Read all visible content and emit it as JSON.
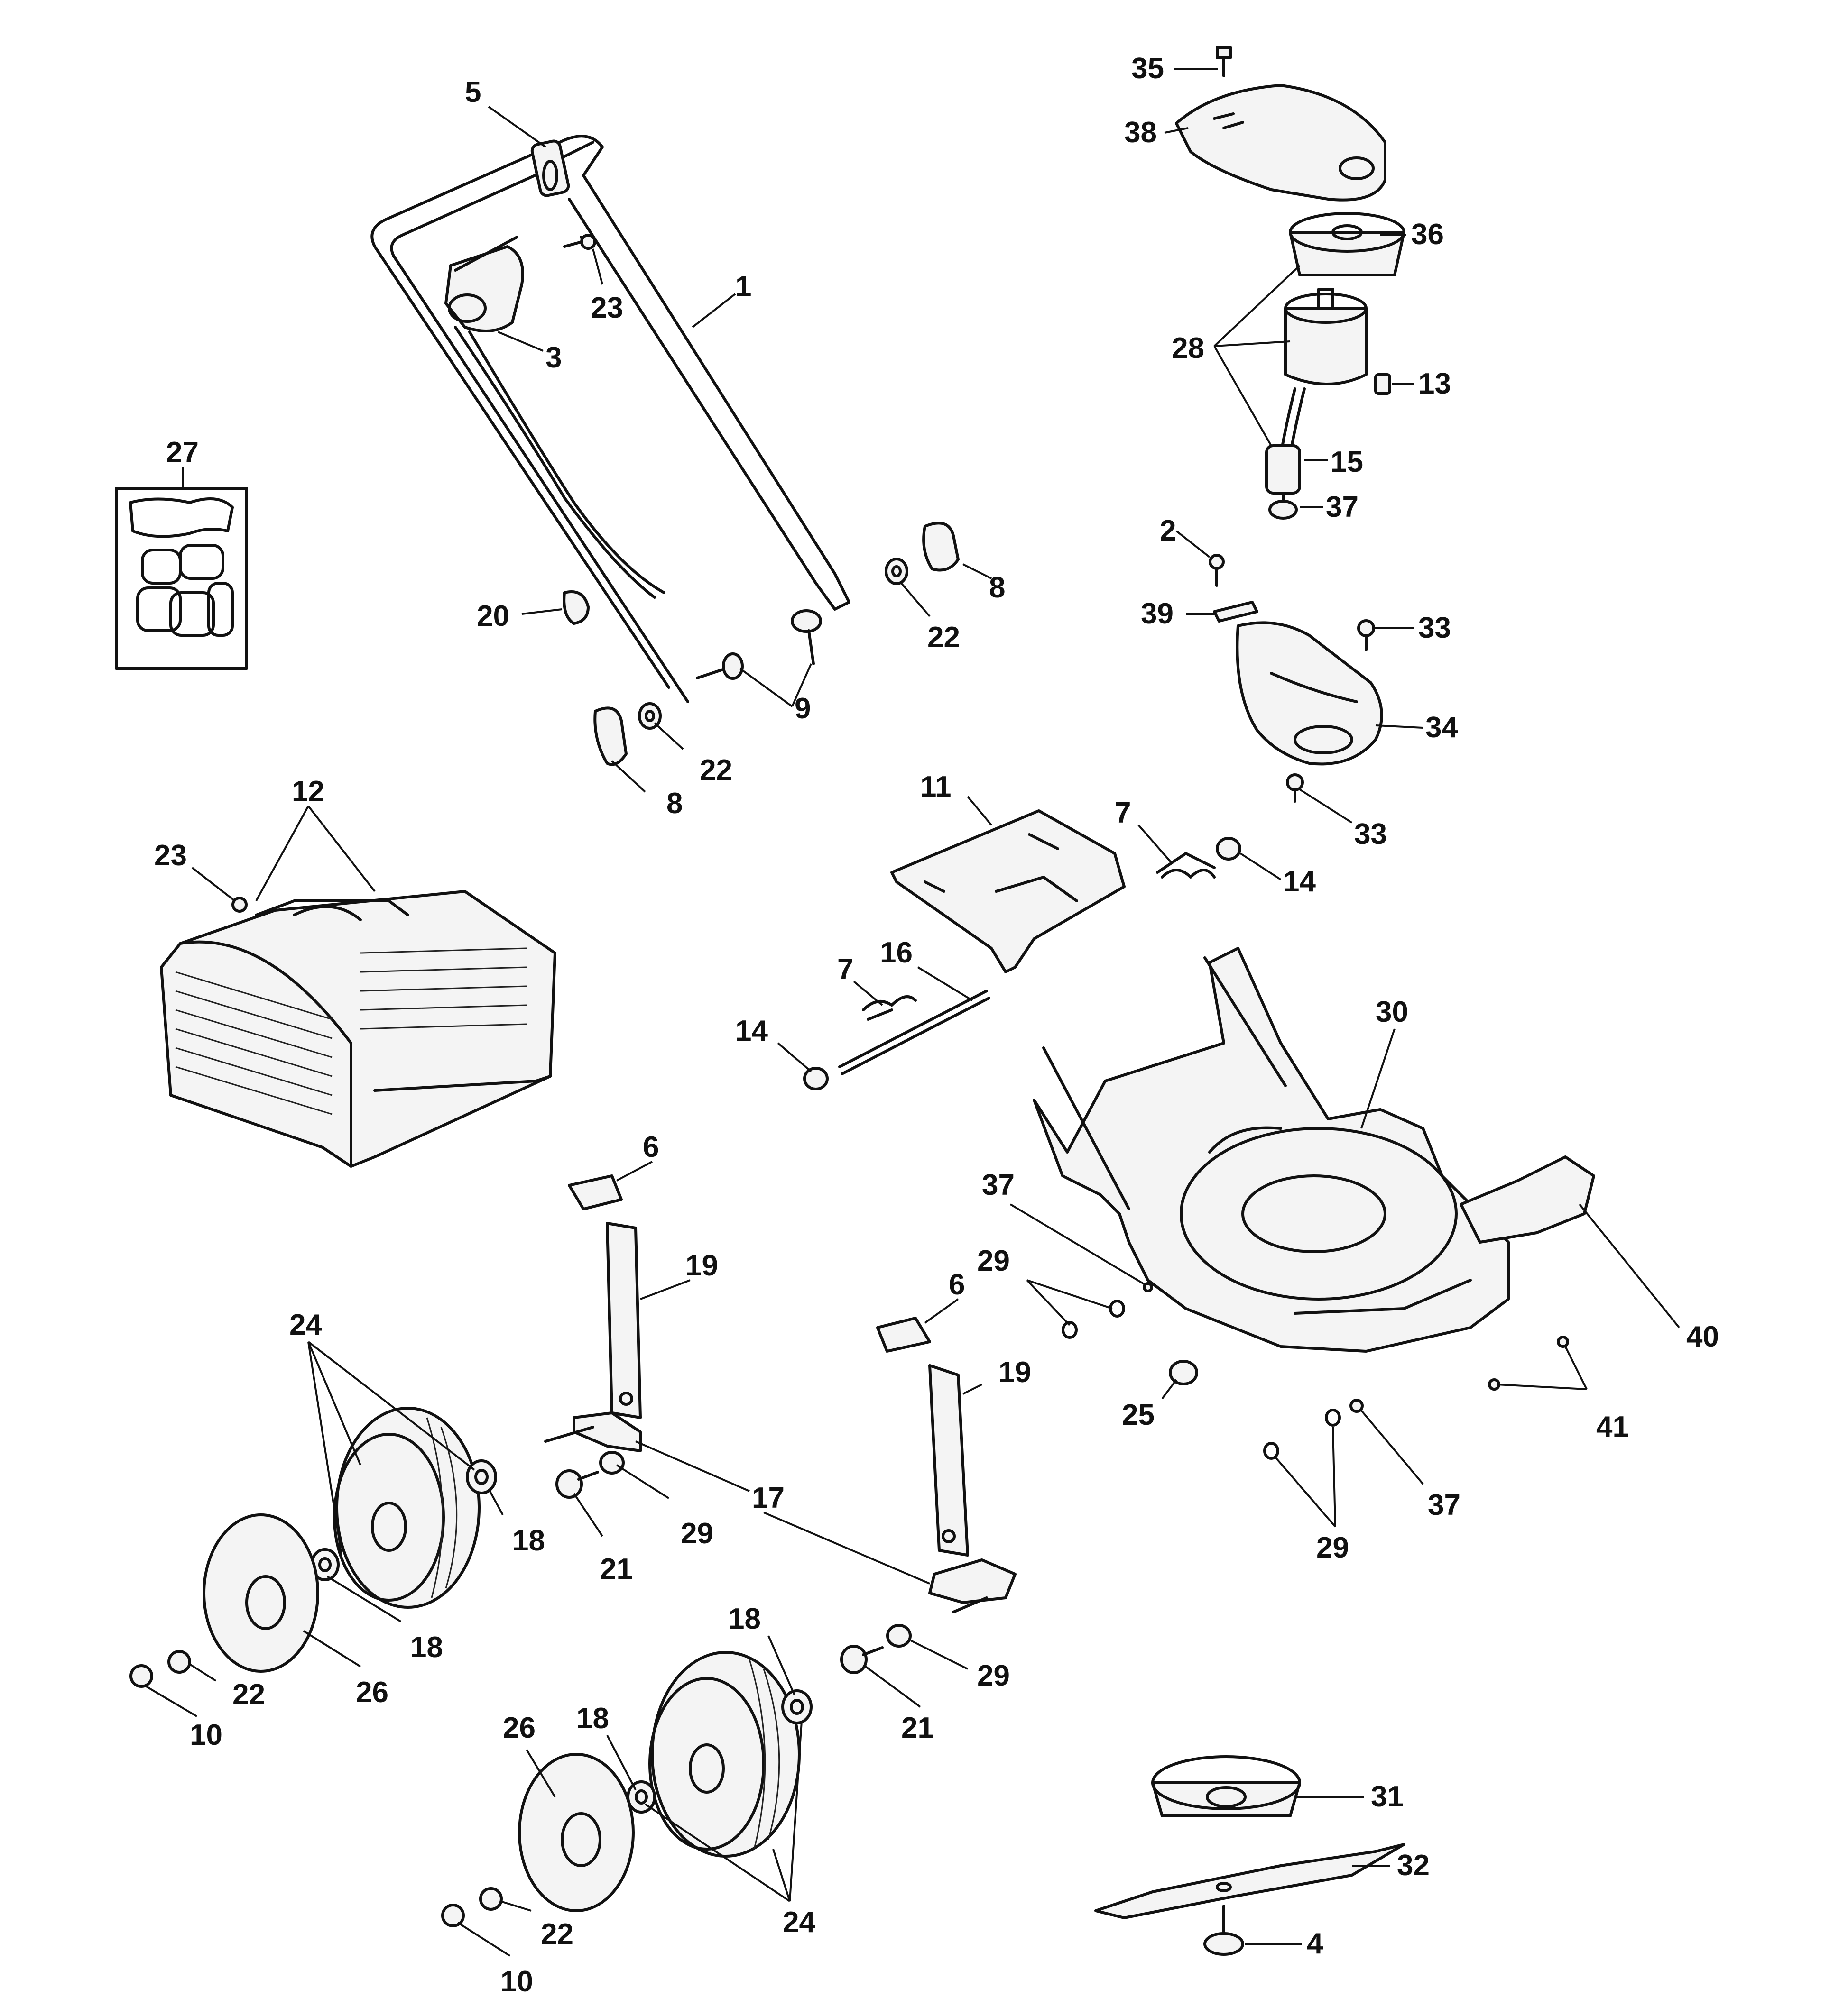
{
  "callouts": [
    {
      "id": "c35a",
      "text": "35"
    },
    {
      "id": "c5",
      "text": "5"
    },
    {
      "id": "c38",
      "text": "38"
    },
    {
      "id": "c36",
      "text": "36"
    },
    {
      "id": "c23a",
      "text": "23"
    },
    {
      "id": "c1",
      "text": "1"
    },
    {
      "id": "c3",
      "text": "3"
    },
    {
      "id": "c28",
      "text": "28"
    },
    {
      "id": "c13",
      "text": "13"
    },
    {
      "id": "c27",
      "text": "27"
    },
    {
      "id": "c15",
      "text": "15"
    },
    {
      "id": "c37a",
      "text": "37"
    },
    {
      "id": "c2",
      "text": "2"
    },
    {
      "id": "c8a",
      "text": "8"
    },
    {
      "id": "c20",
      "text": "20"
    },
    {
      "id": "c22a",
      "text": "22"
    },
    {
      "id": "c39",
      "text": "39"
    },
    {
      "id": "c33a",
      "text": "33"
    },
    {
      "id": "c9",
      "text": "9"
    },
    {
      "id": "c34",
      "text": "34"
    },
    {
      "id": "c22b",
      "text": "22"
    },
    {
      "id": "c12",
      "text": "12"
    },
    {
      "id": "c8b",
      "text": "8"
    },
    {
      "id": "c11",
      "text": "11"
    },
    {
      "id": "c7a",
      "text": "7"
    },
    {
      "id": "c33b",
      "text": "33"
    },
    {
      "id": "c23b",
      "text": "23"
    },
    {
      "id": "c14a",
      "text": "14"
    },
    {
      "id": "c16",
      "text": "16"
    },
    {
      "id": "c30",
      "text": "30"
    },
    {
      "id": "c7b",
      "text": "7"
    },
    {
      "id": "c14b",
      "text": "14"
    },
    {
      "id": "c6a",
      "text": "6"
    },
    {
      "id": "c37b",
      "text": "37"
    },
    {
      "id": "c19a",
      "text": "19"
    },
    {
      "id": "c29a",
      "text": "29"
    },
    {
      "id": "c6b",
      "text": "6"
    },
    {
      "id": "c24a",
      "text": "24"
    },
    {
      "id": "c40",
      "text": "40"
    },
    {
      "id": "c19b",
      "text": "19"
    },
    {
      "id": "c25",
      "text": "25"
    },
    {
      "id": "c41",
      "text": "41"
    },
    {
      "id": "c17",
      "text": "17"
    },
    {
      "id": "c18a",
      "text": "18"
    },
    {
      "id": "c29b",
      "text": "29"
    },
    {
      "id": "c37c",
      "text": "37"
    },
    {
      "id": "c21a",
      "text": "21"
    },
    {
      "id": "c18b",
      "text": "18"
    },
    {
      "id": "c29c",
      "text": "29"
    },
    {
      "id": "c26a",
      "text": "26"
    },
    {
      "id": "c22c",
      "text": "22"
    },
    {
      "id": "c18c",
      "text": "18"
    },
    {
      "id": "c29d",
      "text": "29"
    },
    {
      "id": "c10a",
      "text": "10"
    },
    {
      "id": "c21b",
      "text": "21"
    },
    {
      "id": "c26b",
      "text": "26"
    },
    {
      "id": "c18d",
      "text": "18"
    },
    {
      "id": "c31",
      "text": "31"
    },
    {
      "id": "c32",
      "text": "32"
    },
    {
      "id": "c24b",
      "text": "24"
    },
    {
      "id": "c22d",
      "text": "22"
    },
    {
      "id": "c4",
      "text": "4"
    },
    {
      "id": "c10b",
      "text": "10"
    }
  ]
}
